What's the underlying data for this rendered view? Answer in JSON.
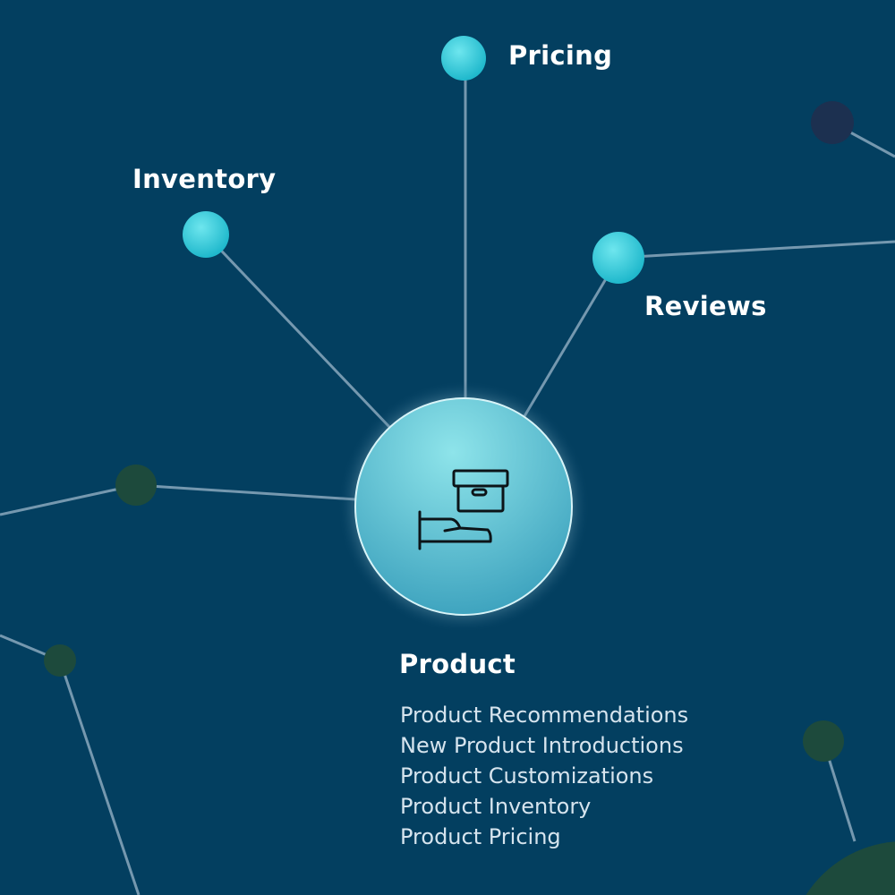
{
  "colors": {
    "background": "#033f60",
    "accent": "#3cc8d8",
    "center": "#7fd6e0",
    "dark_node": "#1d4a3c",
    "navy_node": "#1c3050",
    "edge": "#8aa8bd"
  },
  "center_node": {
    "label": "Product",
    "icon": "hand-box-icon",
    "items": [
      "Product Recommendations",
      "New Product Introductions",
      "Product Customizations",
      "Product Inventory",
      "Product Pricing"
    ]
  },
  "nodes": [
    {
      "label": "Pricing"
    },
    {
      "label": "Inventory"
    },
    {
      "label": "Reviews"
    }
  ]
}
